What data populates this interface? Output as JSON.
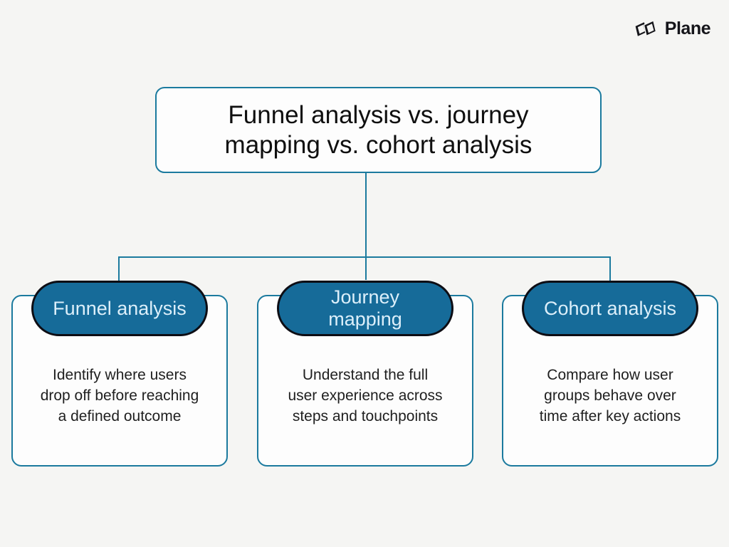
{
  "header": {
    "logo_text": "Plane",
    "logo_icon": "plane-logo-icon"
  },
  "diagram": {
    "title": "Funnel analysis vs. journey\nmapping vs. cohort analysis",
    "branches": [
      {
        "label": "Funnel analysis",
        "description": "Identify where users\ndrop off before reaching\na defined outcome"
      },
      {
        "label": "Journey\nmapping",
        "description": "Understand the full\nuser experience across\nsteps and touchpoints"
      },
      {
        "label": "Cohort analysis",
        "description": "Compare how user\ngroups behave over\ntime after key actions"
      }
    ],
    "colors": {
      "background": "#f5f5f3",
      "card_fill": "#fdfdfd",
      "accent_teal": "#1b7a9e",
      "pill_fill": "#166b99",
      "pill_border": "#0d0d14",
      "pill_text": "#dceffa",
      "text_title": "#0f0f0f",
      "text_body": "#1f1f1f",
      "logo_color": "#15151a"
    }
  }
}
